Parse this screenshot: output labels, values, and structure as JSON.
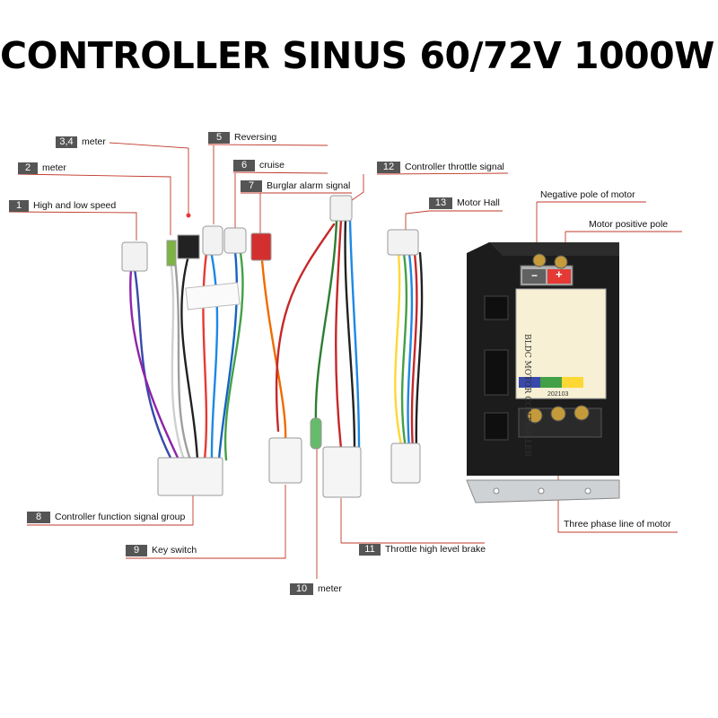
{
  "title": "CONTROLLER SINUS 60/72V 1000W",
  "callouts": {
    "c34": {
      "num": "3,4",
      "label": "meter"
    },
    "c2": {
      "num": "2",
      "label": "meter"
    },
    "c1": {
      "num": "1",
      "label": "High and low speed"
    },
    "c5": {
      "num": "5",
      "label": "Reversing"
    },
    "c6": {
      "num": "6",
      "label": "cruise"
    },
    "c7": {
      "num": "7",
      "label": "Burglar alarm signal"
    },
    "c12": {
      "num": "12",
      "label": "Controller throttle signal"
    },
    "c13": {
      "num": "13",
      "label": "Motor Hall"
    },
    "c8": {
      "num": "8",
      "label": "Controller function signal group"
    },
    "c9": {
      "num": "9",
      "label": "Key switch"
    },
    "c10": {
      "num": "10",
      "label": "meter"
    },
    "c11": {
      "num": "11",
      "label": "Throttle high level brake"
    }
  },
  "labels": {
    "negative_pole": "Negative pole of motor",
    "positive_pole": "Motor positive pole",
    "three_phase": "Three phase line of motor"
  },
  "controller": {
    "sticker_title": "BLDC MOTOR CONTROLLER",
    "serial": "202103",
    "terminal_minus": "−",
    "terminal_plus": "+"
  },
  "colors": {
    "lead_line": "#c0392b",
    "badge": "#555555",
    "housing": "#1c1c1c",
    "connector": "#f2f2f2",
    "alarm_connector": "#d32f2f"
  }
}
